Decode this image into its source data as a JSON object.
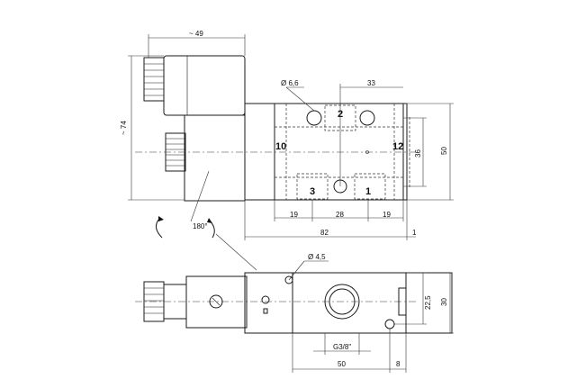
{
  "top_view": {
    "dim_width": "~ 49",
    "dim_height": "~ 74",
    "dim_hole": "Ø 6,6",
    "dim_33": "33",
    "dim_36": "36",
    "dim_50": "50",
    "dim_19a": "19",
    "dim_28": "28",
    "dim_19b": "19",
    "dim_82": "82",
    "dim_1": "1",
    "port_2": "2",
    "port_3": "3",
    "port_1": "1",
    "port_10": "10",
    "port_12": "12"
  },
  "rotation_label": "180°",
  "bottom_view": {
    "dim_hole": "Ø 4,5",
    "dim_225": "22,5",
    "dim_30": "30",
    "dim_thread": "G3/8\"",
    "dim_50": "50",
    "dim_8": "8"
  }
}
